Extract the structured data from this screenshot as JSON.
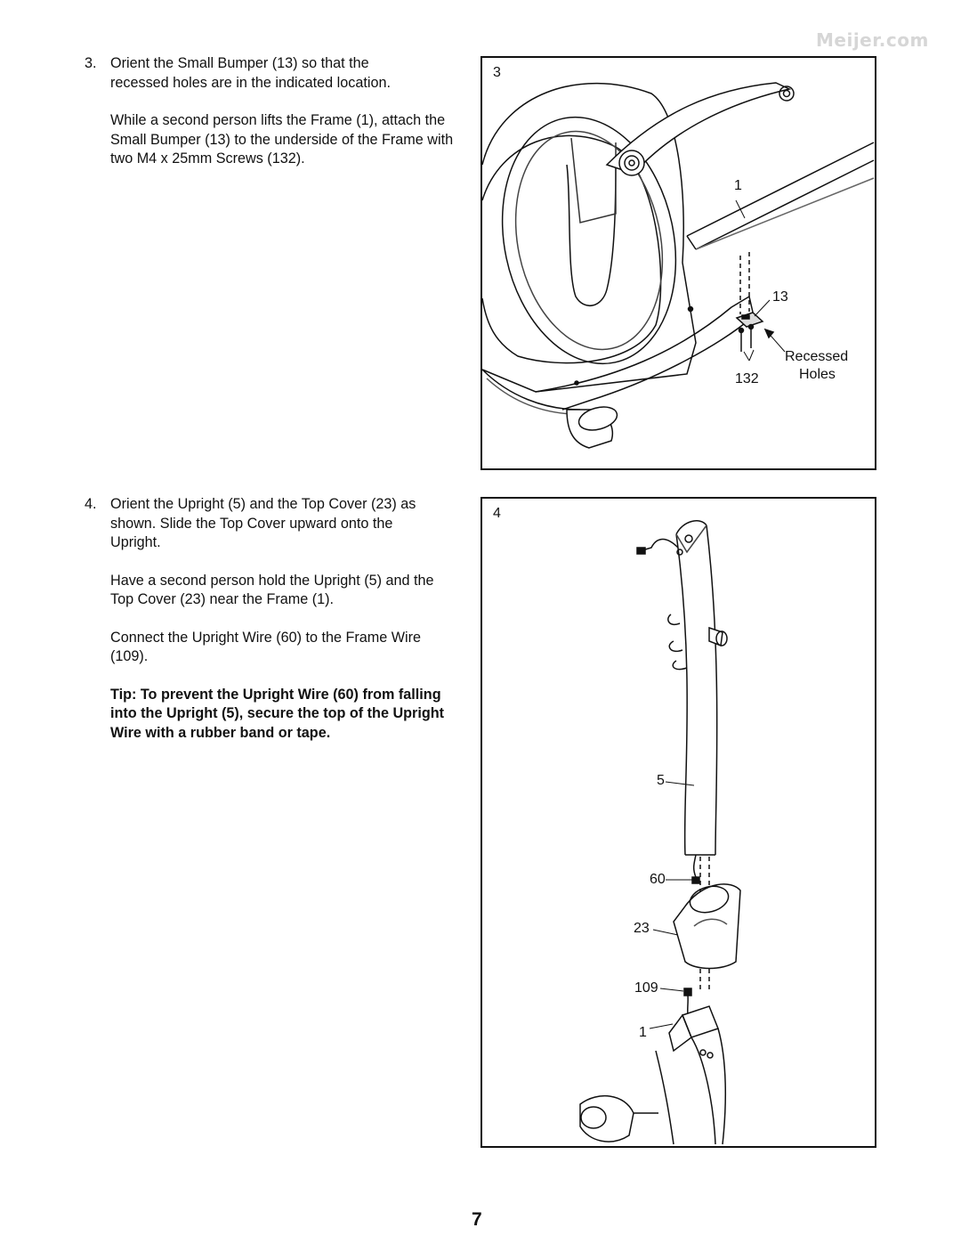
{
  "watermark": "Meijer.com",
  "step3": {
    "number": "3.",
    "paragraphs": [
      "Orient the Small Bumper (13) so that the recessed holes are in the indicated location.",
      "While a second person lifts the Frame (1), attach the Small Bumper (13) to the underside of the Frame with two M4 x 25mm Screws (132)."
    ]
  },
  "step4": {
    "number": "4.",
    "paragraphs": [
      "Orient the Upright (5) and the Top Cover (23) as shown. Slide the Top Cover upward onto the Upright.",
      "Have a second person hold the Upright (5) and the Top Cover (23) near the Frame (1).",
      "Connect the Upright Wire (60) to the Frame Wire (109)."
    ],
    "tip": "Tip: To prevent the Upright Wire (60) from falling into the Upright (5), secure the top of the Upright Wire with a rubber band or tape."
  },
  "figure3": {
    "number": "3",
    "callouts": {
      "frame": "1",
      "small_bumper": "13",
      "screws": "132",
      "recessed_holes_line1": "Recessed",
      "recessed_holes_line2": "Holes"
    }
  },
  "figure4": {
    "number": "4",
    "callouts": {
      "upright": "5",
      "upright_wire": "60",
      "top_cover": "23",
      "frame_wire": "109",
      "frame": "1"
    }
  },
  "page_number": "7"
}
